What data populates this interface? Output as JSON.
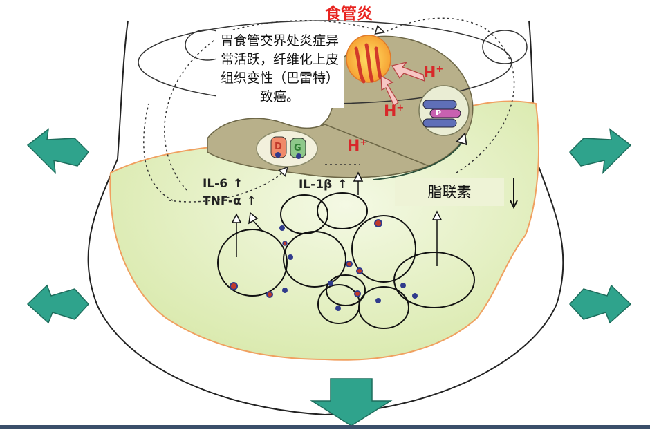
{
  "title": "食管炎",
  "note": "胃食管交界处炎症异常活跃，纤维化上皮组织变性（巴雷特）致癌。",
  "adiponectin_label": "脂联素",
  "adiponectin_arrow": "↓",
  "cytokines": {
    "il6": "IL-6",
    "tnf": "TNF-α",
    "il1b": "IL-1β",
    "up_arrow": "↑"
  },
  "proton_label": "H",
  "proton_charge": "+",
  "cell_labels": {
    "d": "D",
    "g": "G",
    "p": "P"
  },
  "colors": {
    "title_red": "#e8231f",
    "stomach": "#b8b08a",
    "fat_green": "#dfeebb",
    "fat_border": "#f0a060",
    "arrow_teal": "#2fa38c",
    "hplus_red": "#d8282a"
  },
  "icons": [
    "expansion-arrow-icon",
    "up-arrow-icon",
    "down-arrow-icon"
  ]
}
